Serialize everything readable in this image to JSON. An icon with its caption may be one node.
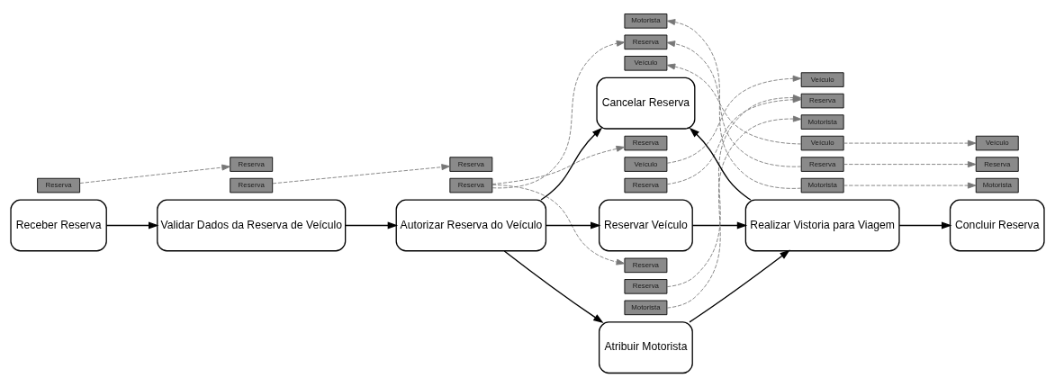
{
  "diagram": {
    "nodes": [
      {
        "text": [
          "Reserva"
        ]
      },
      {
        "text": [
          "Receber Reserva"
        ]
      },
      {
        "text": [
          "Reserva"
        ]
      },
      {
        "text": [
          "Reserva"
        ]
      },
      {
        "text": [
          "Validar Dados da Reserva de Veículo"
        ]
      },
      {
        "text": [
          "Reserva"
        ]
      },
      {
        "text": [
          "Reserva"
        ]
      },
      {
        "text": [
          "Autorizar Reserva do Veículo"
        ]
      },
      {
        "text": [
          "Motorista"
        ]
      },
      {
        "text": [
          "Reserva"
        ]
      },
      {
        "text": [
          "Veículo"
        ]
      },
      {
        "text": [
          "Cancelar Reserva"
        ]
      },
      {
        "text": [
          "Reserva"
        ]
      },
      {
        "text": [
          "Veículo"
        ]
      },
      {
        "text": [
          "Reserva"
        ]
      },
      {
        "text": [
          "Reservar Veículo"
        ]
      },
      {
        "text": [
          "Reserva"
        ]
      },
      {
        "text": [
          "Reserva"
        ]
      },
      {
        "text": [
          "Motorista"
        ]
      },
      {
        "text": [
          "Atribuir Motorista"
        ]
      },
      {
        "text": [
          "Veículo"
        ]
      },
      {
        "text": [
          "Reserva"
        ]
      },
      {
        "text": [
          "Motorista"
        ]
      },
      {
        "text": [
          "Veículo"
        ]
      },
      {
        "text": [
          "Reserva"
        ]
      },
      {
        "text": [
          "Motorista"
        ]
      },
      {
        "text": [
          "Realizar Vistoria para Viagem"
        ]
      },
      {
        "text": [
          "Veículo"
        ]
      },
      {
        "text": [
          "Reserva"
        ]
      },
      {
        "text": [
          "Motorista"
        ]
      },
      {
        "text": [
          "Concluir Reserva"
        ]
      }
    ],
    "edges": [
      {
        "from": 1,
        "to": 4,
        "arrow": "to",
        "color": "#000000"
      },
      {
        "from": 4,
        "to": 7,
        "arrow": "to",
        "color": "#000000"
      },
      {
        "from": 7,
        "to": 11,
        "arrow": "to",
        "color": "#000000"
      },
      {
        "from": 7,
        "to": 15,
        "arrow": "to",
        "color": "#000000"
      },
      {
        "from": 7,
        "to": 19,
        "arrow": "to",
        "color": "#000000"
      },
      {
        "from": 15,
        "to": 26,
        "arrow": "to",
        "color": "#000000"
      },
      {
        "from": 19,
        "to": 26,
        "arrow": "to",
        "color": "#000000"
      },
      {
        "from": 26,
        "to": 11,
        "arrow": "to",
        "color": "#000000"
      },
      {
        "from": 26,
        "to": 30,
        "arrow": "to",
        "color": "#000000"
      },
      {
        "from": 0,
        "to": 2,
        "arrow": "to",
        "style": "dashed"
      },
      {
        "from": 3,
        "to": 5,
        "arrow": "to",
        "style": "dashed"
      },
      {
        "from": 6,
        "to": 9,
        "arrow": "to",
        "style": "dashed"
      },
      {
        "from": 6,
        "to": 12,
        "arrow": "to",
        "style": "dashed"
      },
      {
        "from": 6,
        "to": 16,
        "arrow": "to",
        "style": "dashed"
      },
      {
        "from": 13,
        "to": 20,
        "arrow": "to",
        "style": "dashed"
      },
      {
        "from": 14,
        "to": 21,
        "arrow": "to",
        "style": "dashed"
      },
      {
        "from": 17,
        "to": 21,
        "arrow": "to",
        "style": "dashed"
      },
      {
        "from": 18,
        "to": 22,
        "arrow": "to",
        "style": "dashed"
      },
      {
        "from": 23,
        "to": 27,
        "arrow": "to",
        "style": "dashed"
      },
      {
        "from": 24,
        "to": 28,
        "arrow": "to",
        "style": "dashed"
      },
      {
        "from": 25,
        "to": 29,
        "arrow": "to",
        "style": "dashed"
      },
      {
        "from": 25,
        "to": 8,
        "arrow": "to",
        "style": "dashed"
      },
      {
        "from": 24,
        "to": 9,
        "arrow": "to",
        "style": "dashed"
      },
      {
        "from": 23,
        "to": 10,
        "arrow": "to",
        "style": "dashed"
      }
    ]
  }
}
